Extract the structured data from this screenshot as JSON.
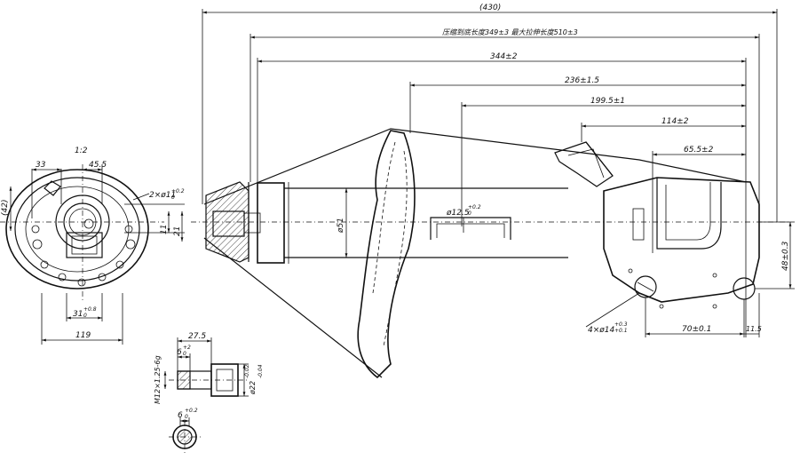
{
  "dimensions": {
    "overall": "(430)",
    "compressed_extended": "压缩到底长度349±3   最大拉伸长度510±3",
    "d344": "344±2",
    "d236": "236±1.5",
    "d199": "199.5±1",
    "d114": "114±2",
    "d65": "65.5±2",
    "d70": "70±0.1",
    "d11_5": "11.5",
    "d48": "48±0.3",
    "d51": "ø51",
    "d12_5": "ø12.5",
    "d12_5_tol": "+0.2",
    "d12_5_tol2": "0",
    "holes": "4×ø14",
    "holes_tol": "+0.3",
    "holes_tol2": "+0.1"
  },
  "left_view": {
    "scale": "1:2",
    "d33": "33",
    "d45_5": "45.5",
    "d42": "(42)",
    "d2phi11": "2×ø11",
    "d2phi11_tol": "+0.2",
    "d2phi11_tol2": "0",
    "d11": "11",
    "d21": "21",
    "d31": "31",
    "d31_tol": "+0.8",
    "d31_tol2": "0",
    "d119": "119"
  },
  "detail": {
    "d27_5": "27.5",
    "d6": "6",
    "d6_tol": "+2",
    "d6_tol2": "0",
    "thread": "M12×1.25-6g",
    "d22": "ø22",
    "d22_tol": "-0.02",
    "d22_tol2": "-0.04",
    "d6b": "6",
    "d6b_tol": "+0.2",
    "d6b_tol2": "0"
  }
}
